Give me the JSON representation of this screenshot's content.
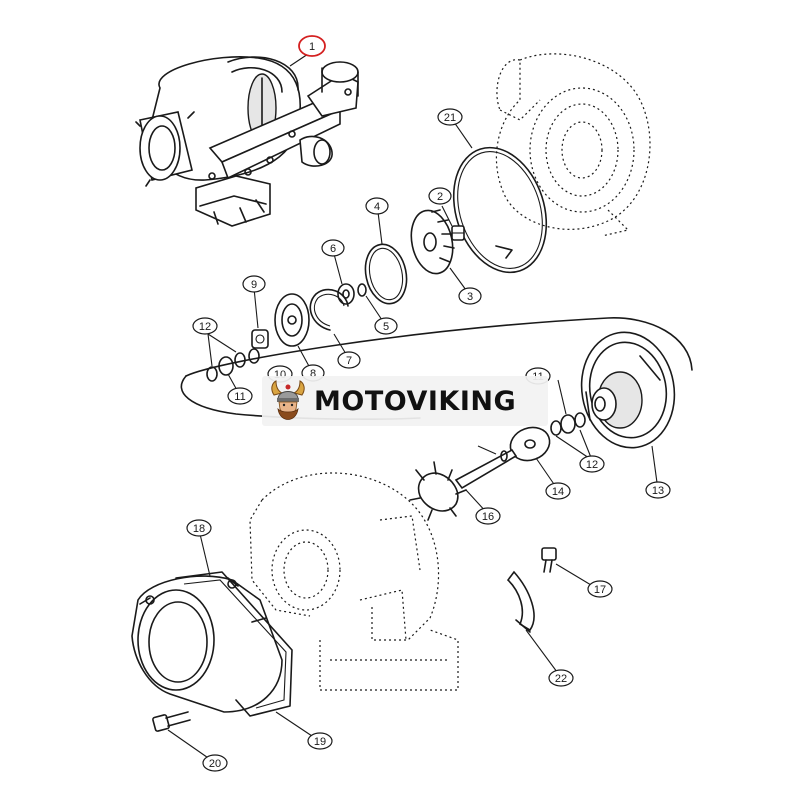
{
  "diagram": {
    "callouts": [
      {
        "id": "c1",
        "label": "1",
        "highlight": true
      },
      {
        "id": "c2",
        "label": "2"
      },
      {
        "id": "c3",
        "label": "3"
      },
      {
        "id": "c4",
        "label": "4"
      },
      {
        "id": "c5",
        "label": "5"
      },
      {
        "id": "c6",
        "label": "6"
      },
      {
        "id": "c7",
        "label": "7"
      },
      {
        "id": "c8",
        "label": "8"
      },
      {
        "id": "c9",
        "label": "9"
      },
      {
        "id": "c10",
        "label": "10"
      },
      {
        "id": "c11a",
        "label": "11"
      },
      {
        "id": "c11b",
        "label": "11"
      },
      {
        "id": "c12a",
        "label": "12"
      },
      {
        "id": "c12b",
        "label": "12"
      },
      {
        "id": "c13",
        "label": "13"
      },
      {
        "id": "c14",
        "label": "14"
      },
      {
        "id": "c16",
        "label": "16"
      },
      {
        "id": "c17",
        "label": "17"
      },
      {
        "id": "c18",
        "label": "18"
      },
      {
        "id": "c19",
        "label": "19"
      },
      {
        "id": "c20",
        "label": "20"
      },
      {
        "id": "c21",
        "label": "21"
      },
      {
        "id": "c22",
        "label": "22"
      }
    ]
  },
  "watermark": {
    "text": "MOTOVIKING",
    "logo_icon": "viking-helmet-icon"
  },
  "colors": {
    "line": "#1a1a1a",
    "highlight": "#d42020",
    "background": "#ffffff",
    "watermark_bg": "#f2f2f2"
  }
}
